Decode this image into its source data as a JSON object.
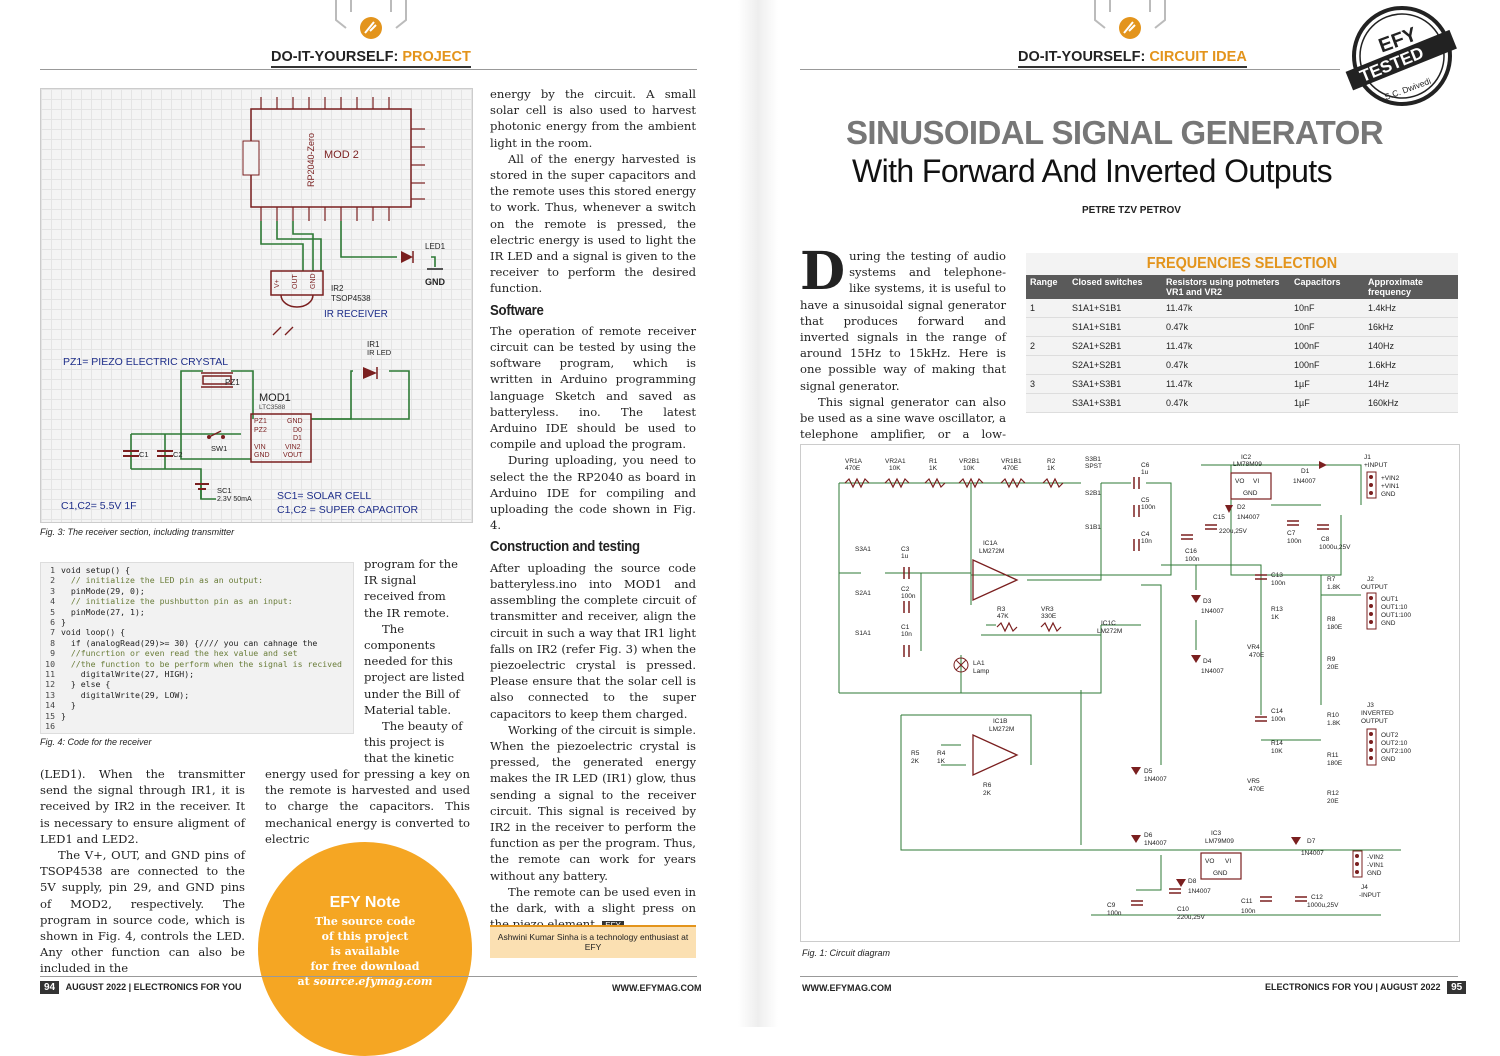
{
  "left_page": {
    "section_label": "DO-IT-YOURSELF:",
    "section_accent": "PROJECT",
    "fig3": {
      "caption": "Fig. 3: The receiver section, including transmitter",
      "labels": {
        "mod2": "MOD 2",
        "rp": "RP2040-Zero",
        "led1": "LED1",
        "gnd": "GND",
        "ir2": "IR2",
        "tsop": "TSOP4538",
        "ir_receiver": "IR RECEIVER",
        "pz1_note": "PZ1= PIEZO ELECTRIC CRYSTAL",
        "pz1": "PZ1",
        "ir1": "IR1",
        "ir_led": "IR LED",
        "mod1": "MOD1",
        "mod1_sub": "LTC3588",
        "c1": "C1",
        "c2": "C2",
        "sw1": "SW1",
        "sc1": "SC1",
        "sc1_val": "2.3V 50mA",
        "cap_note": "C1,C2= 5.5V 1F",
        "sc_note": "SC1= SOLAR CELL",
        "cc_note": "C1,C2 = SUPER CAPACITOR"
      }
    },
    "code": {
      "caption": "Fig. 4: Code for the receiver",
      "lines": [
        {
          "n": "1",
          "t": "void setup() {"
        },
        {
          "n": "2",
          "t": "  // initialize the LED pin as an output:"
        },
        {
          "n": "3",
          "t": "  pinMode(29, 0);"
        },
        {
          "n": "4",
          "t": "  // initialize the pushbutton pin as an input:"
        },
        {
          "n": "5",
          "t": "  pinMode(27, 1);"
        },
        {
          "n": "6",
          "t": "}"
        },
        {
          "n": "7",
          "t": "void loop() {"
        },
        {
          "n": "8",
          "t": "  if (analogRead(29)>= 30) {//// you can cahnage the"
        },
        {
          "n": "9",
          "t": "  //funcrtion or even read the hex value and set"
        },
        {
          "n": "10",
          "t": "  //the function to be perform when the signal is recived"
        },
        {
          "n": "11",
          "t": "    digitalWrite(27, HIGH);"
        },
        {
          "n": "12",
          "t": "  } else {"
        },
        {
          "n": "13",
          "t": "    digitalWrite(29, LOW);"
        },
        {
          "n": "14",
          "t": "  }"
        },
        {
          "n": "15",
          "t": "}"
        },
        {
          "n": "16",
          "t": ""
        }
      ]
    },
    "text_beside_code": [
      "program for the IR signal received from the IR remote.",
      "The components needed for this project are listed under the Bill of Material table.",
      "The beauty of this project is that the kinetic"
    ],
    "col_left_bottom": [
      "(LED1). When the transmitter send the signal through IR1, it is received by IR2 in the receiver. It is necessary to ensure aligment of LED1 and LED2.",
      "The V+, OUT, and GND pins of TSOP4538 are connected to the 5V supply, pin 29, and GND pins of MOD2, respectively. The program in source code, which is shown in Fig. 4, controls the LED. Any other function can also be included in the"
    ],
    "col_mid_bottom": "energy used for pressing a key on the remote is harvested and used to charge the capacitors. This mechanical energy is converted to electric",
    "right_col": {
      "p1": "energy by the circuit. A small solar cell is also used to harvest photonic energy from the ambient light in the room.",
      "p2": "All of the energy harvested is stored in the super capacitors and the remote uses this stored energy to work. Thus, whenever a switch on the remote is pressed, the electric energy is used to light the IR LED and a signal is given to the receiver to perform the desired function.",
      "h_software": "Software",
      "p3": "The operation of remote receiver circuit can be tested by using the software program, which is written in Arduino programming language Sketch and saved as batteryless. ino. The latest Arduino IDE should be used to compile and upload the program.",
      "p4": "During uploading, you need to select the the RP2040 as board in Arduino IDE for compiling and uploading the code shown in Fig. 4.",
      "h_construction": "Construction and testing",
      "p5": "After uploading the source code batteryless.ino into MOD1 and assembling the complete circuit of transmitter and receiver, align the circuit in such a way that IR1 light falls on IR2 (refer Fig. 3) when the piezoelectric crystal is pressed. Please ensure that the solar cell is also connected to the super capacitors to keep them charged.",
      "p6": "Working of the circuit is simple. When the piezoelectric crystal is pressed, the generated energy makes the IR LED (IR1) glow, thus sending a signal to the receiver circuit. This signal is received by IR2 in the receiver to perform the function as per the program. Thus, the remote can work for years without any battery.",
      "p7": "The remote can be used even in the dark, with a slight press on the piezo element.",
      "efy_mark": "EFY"
    },
    "author_note": "Ashwini Kumar Sinha is a technology enthusiast at EFY",
    "efy_note": {
      "title": "EFY Note",
      "l1": "The source code",
      "l2": "of this project",
      "l3": "is available",
      "l4": "for free download",
      "l5a": "at ",
      "l5b": "source.efymag.com"
    },
    "footer_pagenum": "94",
    "footer_left": "AUGUST 2022 | ELECTRONICS FOR YOU",
    "footer_right": "WWW.EFYMAG.COM"
  },
  "right_page": {
    "section_label": "DO-IT-YOURSELF:",
    "section_accent": "CIRCUIT IDEA",
    "stamp": {
      "top": "EFY",
      "mid": "TESTED",
      "name": "S.C. Dwivedi"
    },
    "title_line1": "SINUSOIDAL SIGNAL GENERATOR",
    "title_line2": "With Forward And Inverted Outputs",
    "author": "PETRE TZV PETROV",
    "dropcap": "D",
    "intro1_rest": "uring the testing of audio systems and telephone-like systems, it is useful to have a sinusoidal signal generator that produces forward and inverted signals in the range of around 15Hz to 15kHz. Here is one possible way of making that signal generator.",
    "intro2": "This signal generator can also be used as a sine wave oscillator, a telephone amplifier, or a low-frequen-",
    "table": {
      "title": "FREQUENCIES SELECTION",
      "headers": [
        "Range",
        "Closed switches",
        "Resistors using potmeters VR1 and VR2",
        "Capacitors",
        "Approximate frequency"
      ],
      "rows": [
        [
          "1",
          "S1A1+S1B1",
          "11.47k",
          "10nF",
          "1.4kHz"
        ],
        [
          "",
          "S1A1+S1B1",
          "0.47k",
          "10nF",
          "16kHz"
        ],
        [
          "2",
          "S2A1+S2B1",
          "11.47k",
          "100nF",
          "140Hz"
        ],
        [
          "",
          "S2A1+S2B1",
          "0.47k",
          "100nF",
          "1.6kHz"
        ],
        [
          "3",
          "S3A1+S3B1",
          "11.47k",
          "1µF",
          "14Hz"
        ],
        [
          "",
          "S3A1+S3B1",
          "0.47k",
          "1µF",
          "160kHz"
        ]
      ]
    },
    "fig1": {
      "caption": "Fig. 1: Circuit diagram",
      "labels": {
        "vr1a": "VR1A",
        "vr1a_v": "470E",
        "vr2a": "VR2A1",
        "vr2a_v": "10K",
        "r1": "R1",
        "r1_v": "1K",
        "vr2b": "VR2B1",
        "vr2b_v": "10K",
        "vr1b": "VR1B1",
        "vr1b_v": "470E",
        "r2": "R2",
        "r2_v": "1K",
        "s3b1": "S3B1",
        "s3b1_t": "SPST",
        "s2b1": "S2B1",
        "s1b1": "S1B1",
        "c6": "C6",
        "c6_v": "1u",
        "c5": "C5",
        "c5_v": "100n",
        "c4": "C4",
        "c4_v": "10n",
        "ic2": "IC2",
        "ic2_v": "LM78M09",
        "d1": "D1",
        "d1_v": "1N4007",
        "j1": "J1",
        "j1_t": "+INPUT",
        "vin2": "+VIN2",
        "vin1": "+VIN1",
        "gnd": "GND",
        "c15": "C15",
        "c15_v": "220u,25V",
        "d2": "D2",
        "d2_v": "1N4007",
        "c16": "C16",
        "c16_v": "100n",
        "c7": "C7",
        "c7_v": "100n",
        "c8": "C8",
        "c8_v": "1000u,25V",
        "s3a1": "S3A1",
        "s2a1": "S2A1",
        "s1a1": "S1A1",
        "c3": "C3",
        "c3_v": "1u",
        "c2": "C2",
        "c2_v": "100n",
        "c1": "C1",
        "c1_v": "10n",
        "ic1a": "IC1A",
        "ic1a_v": "LM272M",
        "r3": "R3",
        "r3_v": "47K",
        "vr3": "VR3",
        "vr3_v": "330E",
        "ic1c": "IC1C",
        "ic1c_v": "LM272M",
        "la1": "LA1",
        "la1_v": "Lamp",
        "d3": "D3",
        "d3_v": "1N4007",
        "d4": "D4",
        "d4_v": "1N4007",
        "c13": "C13",
        "c13_v": "100n",
        "r13": "R13",
        "r13_v": "1K",
        "vr4": "VR4",
        "vr4_v": "470E",
        "r7": "R7",
        "r7_v": "1.8K",
        "r8": "R8",
        "r8_v": "180E",
        "r9": "R9",
        "r9_v": "20E",
        "j2": "J2",
        "j2_t": "OUTPUT",
        "out1": "OUT1",
        "out1_10": "OUT1:10",
        "out1_100": "OUT1:100",
        "ic1b": "IC1B",
        "ic1b_v": "LM272M",
        "r5": "R5",
        "r5_v": "2K",
        "r4": "R4",
        "r4_v": "1K",
        "r6": "R6",
        "r6_v": "2K",
        "c14": "C14",
        "c14_v": "100n",
        "r14": "R14",
        "r14_v": "10K",
        "vr5": "VR5",
        "vr5_v": "470E",
        "r10": "R10",
        "r10_v": "1.8K",
        "r11": "R11",
        "r11_v": "180E",
        "r12": "R12",
        "r12_v": "20E",
        "j3": "J3",
        "j3_t1": "INVERTED",
        "j3_t2": "OUTPUT",
        "out2": "OUT2",
        "out2_10": "OUT2:10",
        "out2_100": "OUT2:100",
        "d5": "D5",
        "d5_v": "1N4007",
        "d6": "D6",
        "d6_v": "1N4007",
        "ic3": "IC3",
        "ic3_v": "LM79M09",
        "d7": "D7",
        "d7_v": "1N4007",
        "d8": "D8",
        "d8_v": "1N4007",
        "c9": "C9",
        "c9_v": "100n",
        "c10": "C10",
        "c10_v": "220u,25V",
        "c11": "C11",
        "c11_v": "100n",
        "c12": "C12",
        "c12_v": "1000u,25V",
        "vin2n": "-VIN2",
        "vin1n": "-VIN1",
        "j4": "J4",
        "j4_t": "-INPUT"
      }
    },
    "footer_left": "WWW.EFYMAG.COM",
    "footer_right": "ELECTRONICS FOR YOU | AUGUST 2022",
    "footer_pagenum": "95"
  },
  "colors": {
    "accent": "#e3941c",
    "note_bg": "#f5a623",
    "table_head": "#5a5a5a",
    "schematic_wire": "#2d7a35",
    "schematic_part": "#9a2a2a",
    "grid_bg": "#f4f4f4"
  }
}
